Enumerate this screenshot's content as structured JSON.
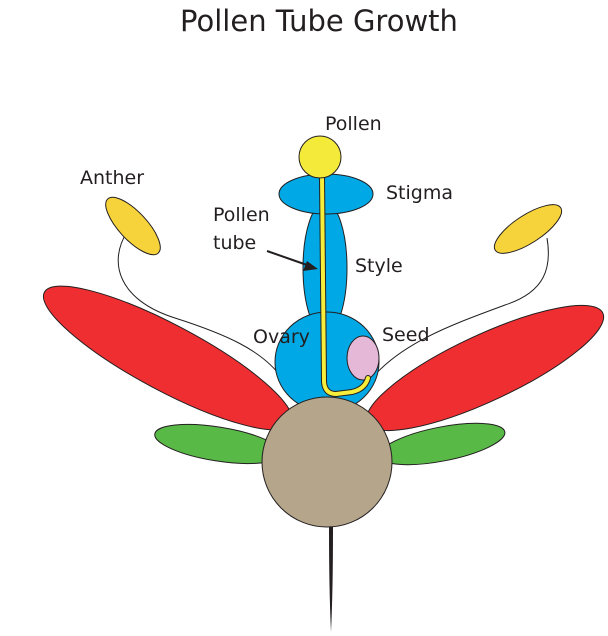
{
  "title": "Pollen Tube Growth",
  "labels": {
    "pollen": "Pollen",
    "anther": "Anther",
    "stigma": "Stigma",
    "pollen_tube_line1": "Pollen",
    "pollen_tube_line2": "tube",
    "style": "Style",
    "ovary": "Ovary",
    "seed": "Seed"
  },
  "colors": {
    "pollen": "#f4ea3a",
    "anther": "#f7d33b",
    "stigma_style_ovary": "#00a9e6",
    "petal": "#ee2e31",
    "sepal": "#58b947",
    "receptacle": "#b5a58a",
    "seed": "#e6b8d8",
    "pollen_tube": "#f7ee3c",
    "outline": "#231f20",
    "text": "#231f20"
  }
}
